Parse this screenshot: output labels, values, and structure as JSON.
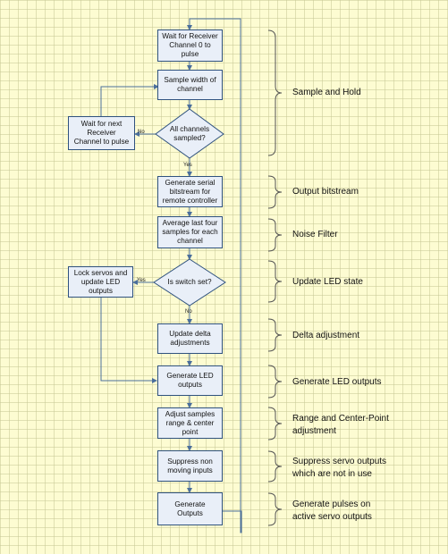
{
  "colors": {
    "fill": "#e9eff8",
    "stroke": "#2f527f",
    "connector": "#4b6f9c"
  },
  "steps": {
    "wait_channel0": "Wait for Receiver Channel 0 to pulse",
    "sample_width": "Sample width of channel",
    "all_sampled": "All channels sampled?",
    "wait_next": "Wait for next Receiver Channel to pulse",
    "generate_bitstream": "Generate serial bitstream for remote controller",
    "average_samples": "Average last four samples for each channel",
    "switch_set": "Is switch set?",
    "lock_servos": "Lock servos and update LED outputs",
    "update_delta": "Update delta adjustments",
    "generate_led": "Generate LED outputs",
    "adjust_samples": "Adjust samples range & center point",
    "suppress_inputs": "Suppress non moving inputs",
    "generate_outputs": "Generate Outputs"
  },
  "edge_labels": {
    "no_all_sampled": "No",
    "yes_all_sampled": "Yes",
    "yes_switch": "Yes",
    "no_switch": "No"
  },
  "annotations": {
    "sample_hold": "Sample and Hold",
    "output_bitstream": "Output bitstream",
    "noise_filter": "Noise Filter",
    "update_led_state": "Update LED state",
    "delta_adjustment": "Delta adjustment",
    "generate_led_outputs": "Generate LED outputs",
    "range_center_1": "Range and Center-Point",
    "range_center_2": "adjustment",
    "suppress_1": "Suppress servo outputs",
    "suppress_2": "which are not in use",
    "pulses_1": "Generate pulses on",
    "pulses_2": "active servo outputs"
  }
}
